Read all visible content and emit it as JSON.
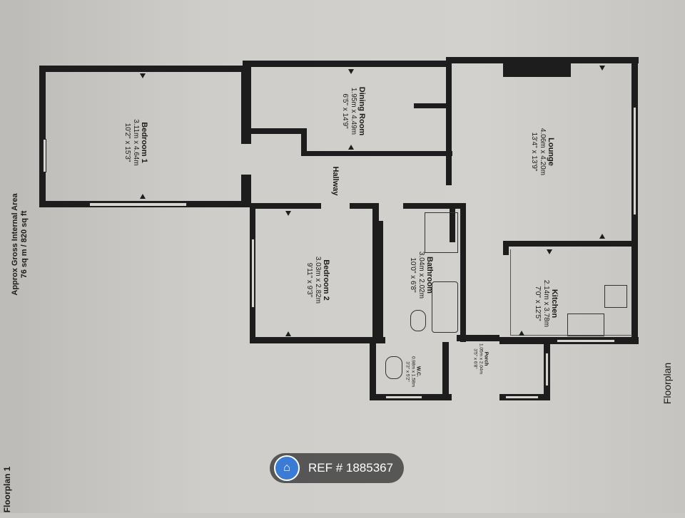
{
  "header": {
    "area_title": "Approx Gross Internal Area",
    "area_value": "76 sq m / 820 sq ft"
  },
  "sheet_label": "Floorplan 1",
  "footer_label": "Floorplan",
  "rooms": [
    {
      "name": "Bedroom 1",
      "metric": "3.11m x 4.64m",
      "imperial": "10'2\" x 15'3\""
    },
    {
      "name": "Dining Room",
      "metric": "1.95m x 4.49m",
      "imperial": "6'5\" x 14'9\""
    },
    {
      "name": "Lounge",
      "metric": "4.06m x 4.20m",
      "imperial": "13'4\" x 13'9\""
    },
    {
      "name": "Hallway"
    },
    {
      "name": "Bedroom 2",
      "metric": "3.03m x 2.82m",
      "imperial": "9'11\" x 9'3\""
    },
    {
      "name": "Bathroom",
      "metric": "3.04m x 2.02m",
      "imperial": "10'0\" x 6'8\""
    },
    {
      "name": "Kitchen",
      "metric": "2.14m x 3.78m",
      "imperial": "7'0\" x 12'5\""
    },
    {
      "name": "W.C.",
      "metric": "0.98m x 1.58m",
      "imperial": "3'3\" x 5'2\""
    },
    {
      "name": "Porch",
      "metric": "1.05m x 2.04m",
      "imperial": "3'5\" x 6'8\""
    }
  ],
  "badge": {
    "icon": "home-icon",
    "text": "REF # 1885367",
    "color": "#3a7bd5"
  }
}
